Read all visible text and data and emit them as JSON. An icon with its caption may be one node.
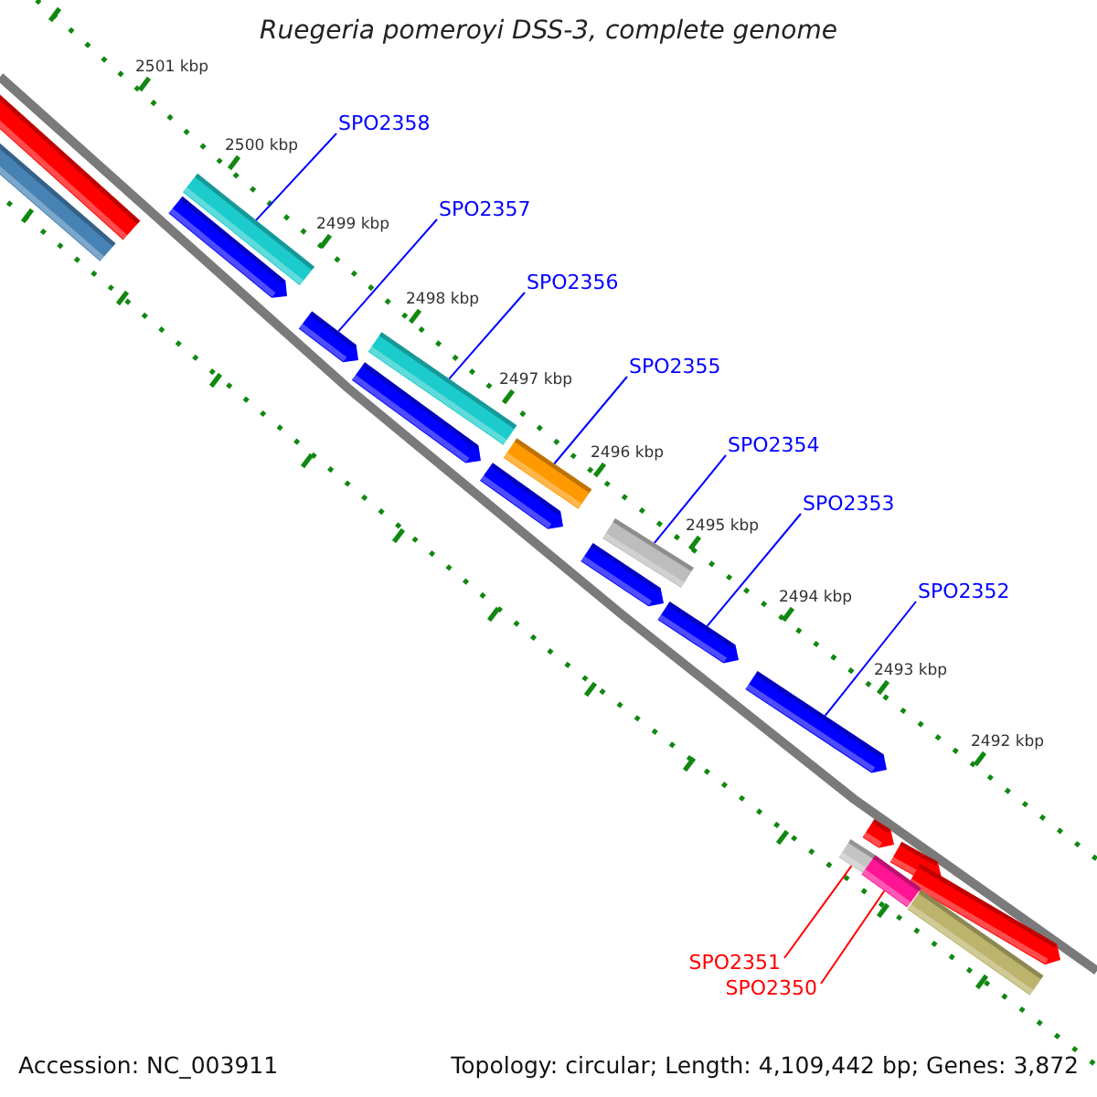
{
  "diagram": {
    "title": "Ruegeria pomeroyi DSS-3, complete genome",
    "nodes": [
      {
        "text": [
          "SPO2358"
        ]
      },
      {
        "text": [
          "SPO2357"
        ]
      },
      {
        "text": [
          "SPO2356"
        ]
      },
      {
        "text": [
          "SPO2355"
        ]
      },
      {
        "text": [
          "SPO2354"
        ]
      },
      {
        "text": [
          "SPO2353"
        ]
      },
      {
        "text": [
          "SPO2352"
        ]
      },
      {
        "text": [
          "SPO2351"
        ]
      },
      {
        "text": [
          "SPO2350"
        ]
      },
      {
        "text": [],
        "shape": "bar"
      },
      {
        "text": [],
        "shape": "bar"
      },
      {
        "text": [],
        "shape": "bar"
      },
      {
        "text": [],
        "shape": "bar"
      },
      {
        "text": [],
        "shape": "bar"
      },
      {
        "text": [],
        "shape": "bar"
      },
      {
        "text": [],
        "shape": "bar"
      },
      {
        "text": [],
        "shape": "bar"
      },
      {
        "text": [],
        "shape": "bar"
      }
    ],
    "edges": [
      {
        "from": 0,
        "to": 9,
        "arrow": "none"
      },
      {
        "from": 1,
        "to": 10,
        "arrow": "none"
      },
      {
        "from": 2,
        "to": 11,
        "arrow": "none"
      },
      {
        "from": 3,
        "to": 12,
        "arrow": "none"
      },
      {
        "from": 4,
        "to": 13,
        "arrow": "none"
      },
      {
        "from": 5,
        "to": 14,
        "arrow": "none"
      },
      {
        "from": 6,
        "to": 15,
        "arrow": "none"
      },
      {
        "from": 7,
        "to": 16,
        "arrow": "none",
        "color": "#ff0000"
      },
      {
        "from": 8,
        "to": 17,
        "arrow": "none",
        "color": "#ff0000"
      }
    ],
    "labels": [
      "2501 kbp",
      "2500 kbp",
      "2499 kbp",
      "2498 kbp",
      "2497 kbp",
      "2496 kbp",
      "2495 kbp",
      "2494 kbp",
      "2493 kbp",
      "2492 kbp",
      "Accession: NC_003911",
      "Topology: circular; Length: 4,109,442 bp; Genes: 3,872"
    ]
  }
}
